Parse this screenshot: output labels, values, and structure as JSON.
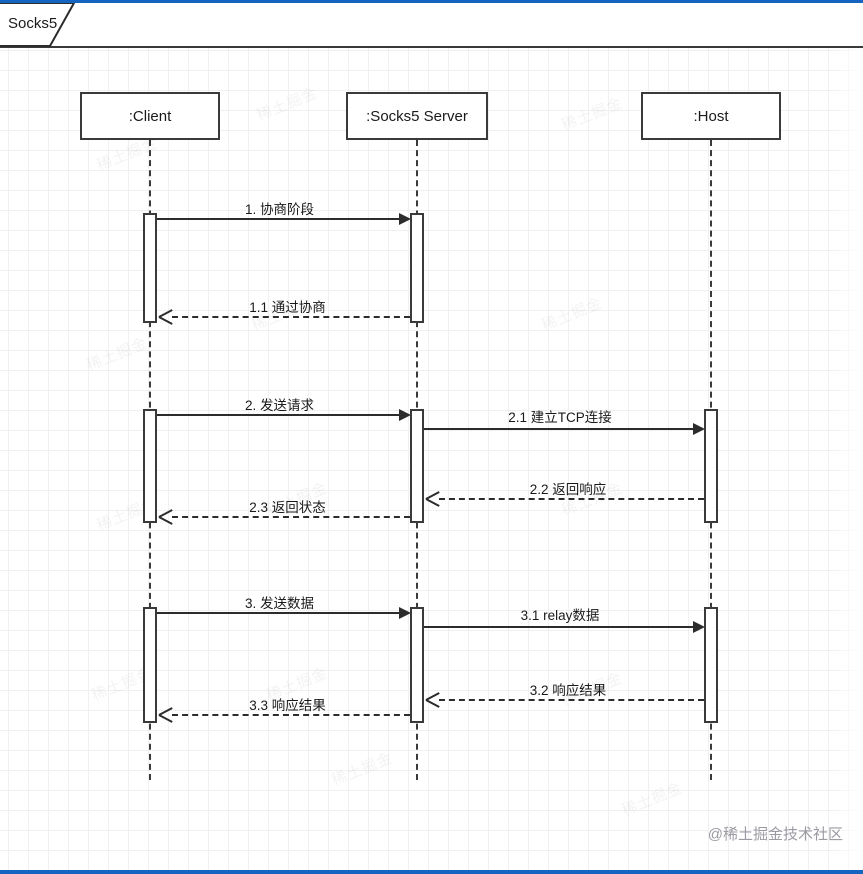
{
  "diagram": {
    "type": "uml-sequence-diagram",
    "tab_label": "Socks5",
    "accent_color": "#1565c0",
    "line_color": "#3a3a3a",
    "background": "#ffffff",
    "lifelines": [
      {
        "id": "client",
        "label": ":Client"
      },
      {
        "id": "server",
        "label": ":Socks5 Server"
      },
      {
        "id": "host",
        "label": ":Host"
      }
    ],
    "messages": [
      {
        "id": "m1",
        "label": "1. 协商阶段",
        "from": "client",
        "to": "server",
        "style": "solid",
        "direction": "right"
      },
      {
        "id": "m1_1",
        "label": "1.1 通过协商",
        "from": "server",
        "to": "client",
        "style": "dashed",
        "direction": "left"
      },
      {
        "id": "m2",
        "label": "2. 发送请求",
        "from": "client",
        "to": "server",
        "style": "solid",
        "direction": "right"
      },
      {
        "id": "m2_1",
        "label": "2.1 建立TCP连接",
        "from": "server",
        "to": "host",
        "style": "solid",
        "direction": "right"
      },
      {
        "id": "m2_2",
        "label": "2.2 返回响应",
        "from": "host",
        "to": "server",
        "style": "dashed",
        "direction": "left"
      },
      {
        "id": "m2_3",
        "label": "2.3 返回状态",
        "from": "server",
        "to": "client",
        "style": "dashed",
        "direction": "left"
      },
      {
        "id": "m3",
        "label": "3. 发送数据",
        "from": "client",
        "to": "server",
        "style": "solid",
        "direction": "right"
      },
      {
        "id": "m3_1",
        "label": "3.1 relay数据",
        "from": "server",
        "to": "host",
        "style": "solid",
        "direction": "right"
      },
      {
        "id": "m3_2",
        "label": "3.2 响应结果",
        "from": "host",
        "to": "server",
        "style": "dashed",
        "direction": "left"
      },
      {
        "id": "m3_3",
        "label": "3.3 响应结果",
        "from": "server",
        "to": "client",
        "style": "dashed",
        "direction": "left"
      }
    ]
  },
  "watermark": {
    "corner_text": "@稀土掘金技术社区",
    "background_text": "稀土掘金"
  }
}
